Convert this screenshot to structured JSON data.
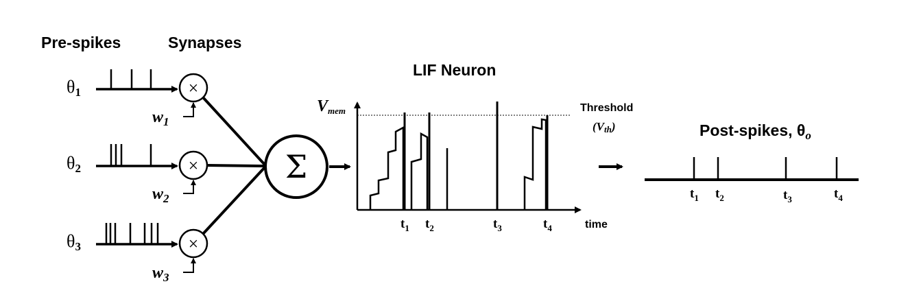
{
  "headers": {
    "pre_spikes": "Pre-spikes",
    "synapses": "Synapses",
    "lif_neuron": "LIF Neuron",
    "post_spikes": "Post-spikes, θ"
  },
  "inputs": [
    {
      "theta": "θ",
      "theta_sub": "1",
      "weight": "w",
      "weight_sub": "1",
      "spike_count": 3
    },
    {
      "theta": "θ",
      "theta_sub": "2",
      "weight": "w",
      "weight_sub": "2",
      "spike_count": 4
    },
    {
      "theta": "θ",
      "theta_sub": "3",
      "weight": "w",
      "weight_sub": "3",
      "spike_count": 7
    }
  ],
  "multiply_symbol": "×",
  "sum_symbol": "Σ",
  "lif_plot": {
    "y_label": "V",
    "y_label_sub": "mem",
    "threshold_label": "Threshold",
    "threshold_symbol_open": "(",
    "threshold_symbol": "V",
    "threshold_symbol_sub": "th",
    "threshold_symbol_close": ")",
    "x_label": "time",
    "spike_times": [
      {
        "t": "t",
        "sub": "1"
      },
      {
        "t": "t",
        "sub": "2"
      },
      {
        "t": "t",
        "sub": "3"
      },
      {
        "t": "t",
        "sub": "4"
      }
    ]
  },
  "post_spikes": {
    "theta_sub": "o",
    "times": [
      {
        "t": "t",
        "sub": "1"
      },
      {
        "t": "t",
        "sub": "2"
      },
      {
        "t": "t",
        "sub": "3"
      },
      {
        "t": "t",
        "sub": "4"
      }
    ]
  }
}
